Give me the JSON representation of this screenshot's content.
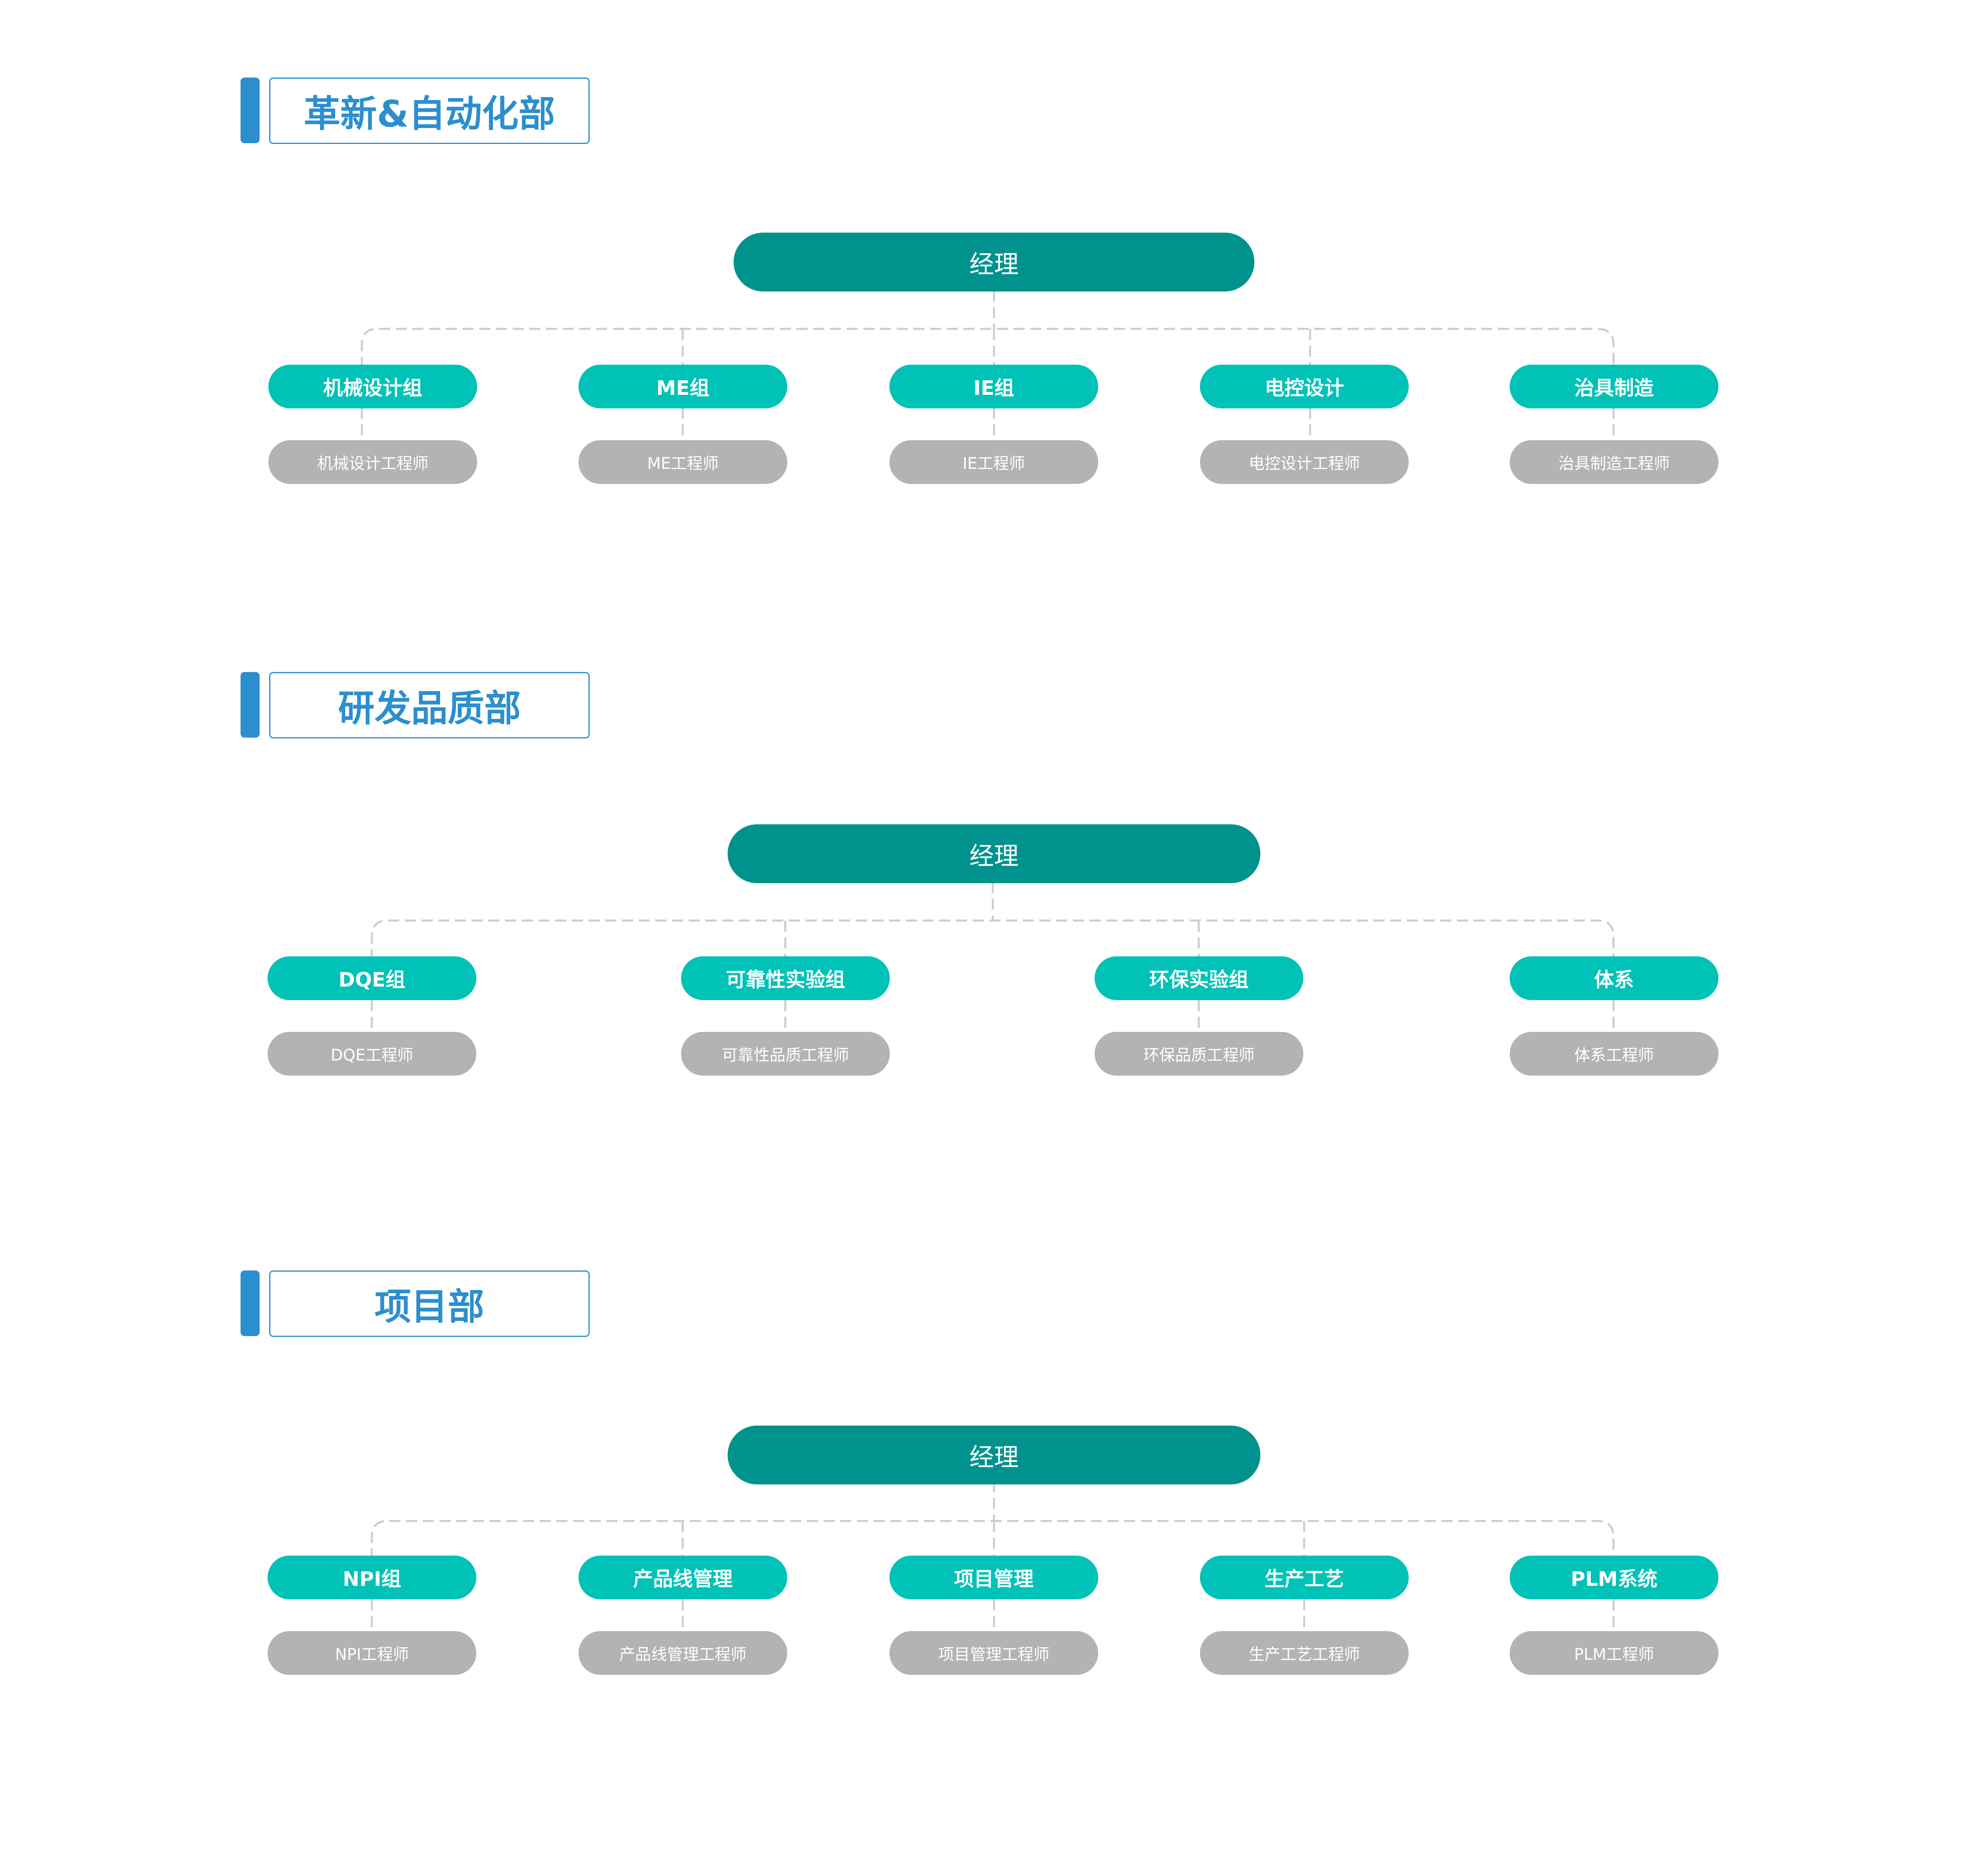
{
  "departments": [
    {
      "title": "革新&自动化部",
      "manager": "经理",
      "groups": [
        {
          "name": "机械设计组",
          "role": "机械设计工程师"
        },
        {
          "name": "ME组",
          "role": "ME工程师"
        },
        {
          "name": "IE组",
          "role": "IE工程师"
        },
        {
          "name": "电控设计",
          "role": "电控设计工程师"
        },
        {
          "name": "治具制造",
          "role": "治具制造工程师"
        }
      ]
    },
    {
      "title": "研发品质部",
      "manager": "经理",
      "groups": [
        {
          "name": "DQE组",
          "role": "DQE工程师"
        },
        {
          "name": "可靠性实验组",
          "role": "可靠性品质工程师"
        },
        {
          "name": "环保实验组",
          "role": "环保品质工程师"
        },
        {
          "name": "体系",
          "role": "体系工程师"
        }
      ]
    },
    {
      "title": "项目部",
      "manager": "经理",
      "groups": [
        {
          "name": "NPI组",
          "role": "NPI工程师"
        },
        {
          "name": "产品线管理",
          "role": "产品线管理工程师"
        },
        {
          "name": "项目管理",
          "role": "项目管理工程师"
        },
        {
          "name": "生产工艺",
          "role": "生产工艺工程师"
        },
        {
          "name": "PLM系统",
          "role": "PLM工程师"
        }
      ]
    }
  ],
  "colors": {
    "accent": "#2b8fcf",
    "manager": "#00938e",
    "group": "#00c2b7",
    "role": "#b3b3b3",
    "connector": "#cccccc"
  }
}
